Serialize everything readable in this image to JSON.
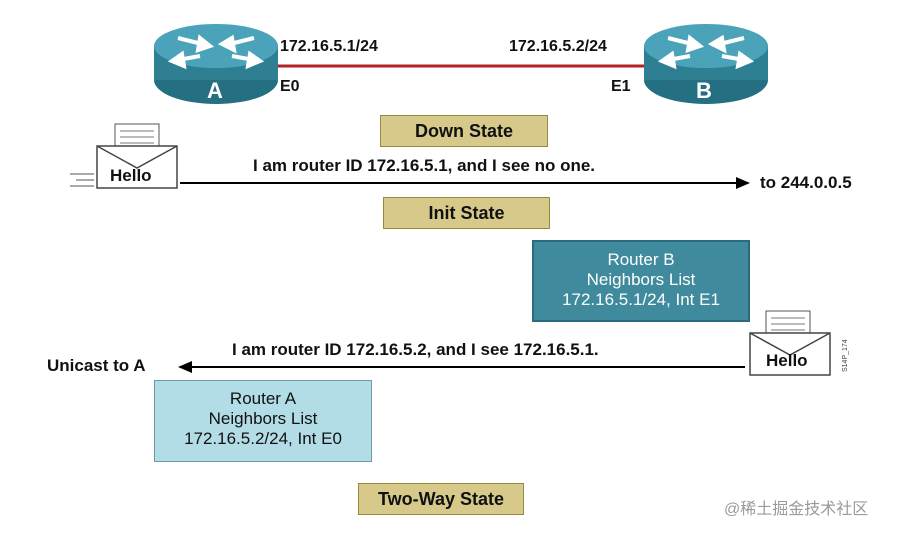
{
  "routers": {
    "a": {
      "label": "A",
      "ip": "172.16.5.1/24",
      "iface": "E0"
    },
    "b": {
      "label": "B",
      "ip": "172.16.5.2/24",
      "iface": "E1"
    }
  },
  "states": {
    "down": "Down State",
    "init": "Init State",
    "two_way": "Two-Way State"
  },
  "messages": {
    "hello_a": "Hello",
    "hello_b": "Hello",
    "msg_a": "I am router ID 172.16.5.1, and I see no one.",
    "dest_a": "to 244.0.0.5",
    "msg_b": "I am router ID 172.16.5.2, and I see 172.16.5.1.",
    "dest_b": "Unicast to A"
  },
  "neighbors_b": {
    "line1": "Router B",
    "line2": "Neighbors List",
    "line3": "172.16.5.1/24, Int E1"
  },
  "neighbors_a": {
    "line1": "Router A",
    "line2": "Neighbors List",
    "line3": "172.16.5.2/24, Int E0"
  },
  "side_code": "S14P_174",
  "watermark": "@稀土掘金技术社区",
  "colors": {
    "router": "#3d8fa3",
    "link": "#b22222",
    "state_box": "#d6c98a",
    "neighbor_b": "#3f8a9d",
    "neighbor_a": "#b3dde6"
  }
}
